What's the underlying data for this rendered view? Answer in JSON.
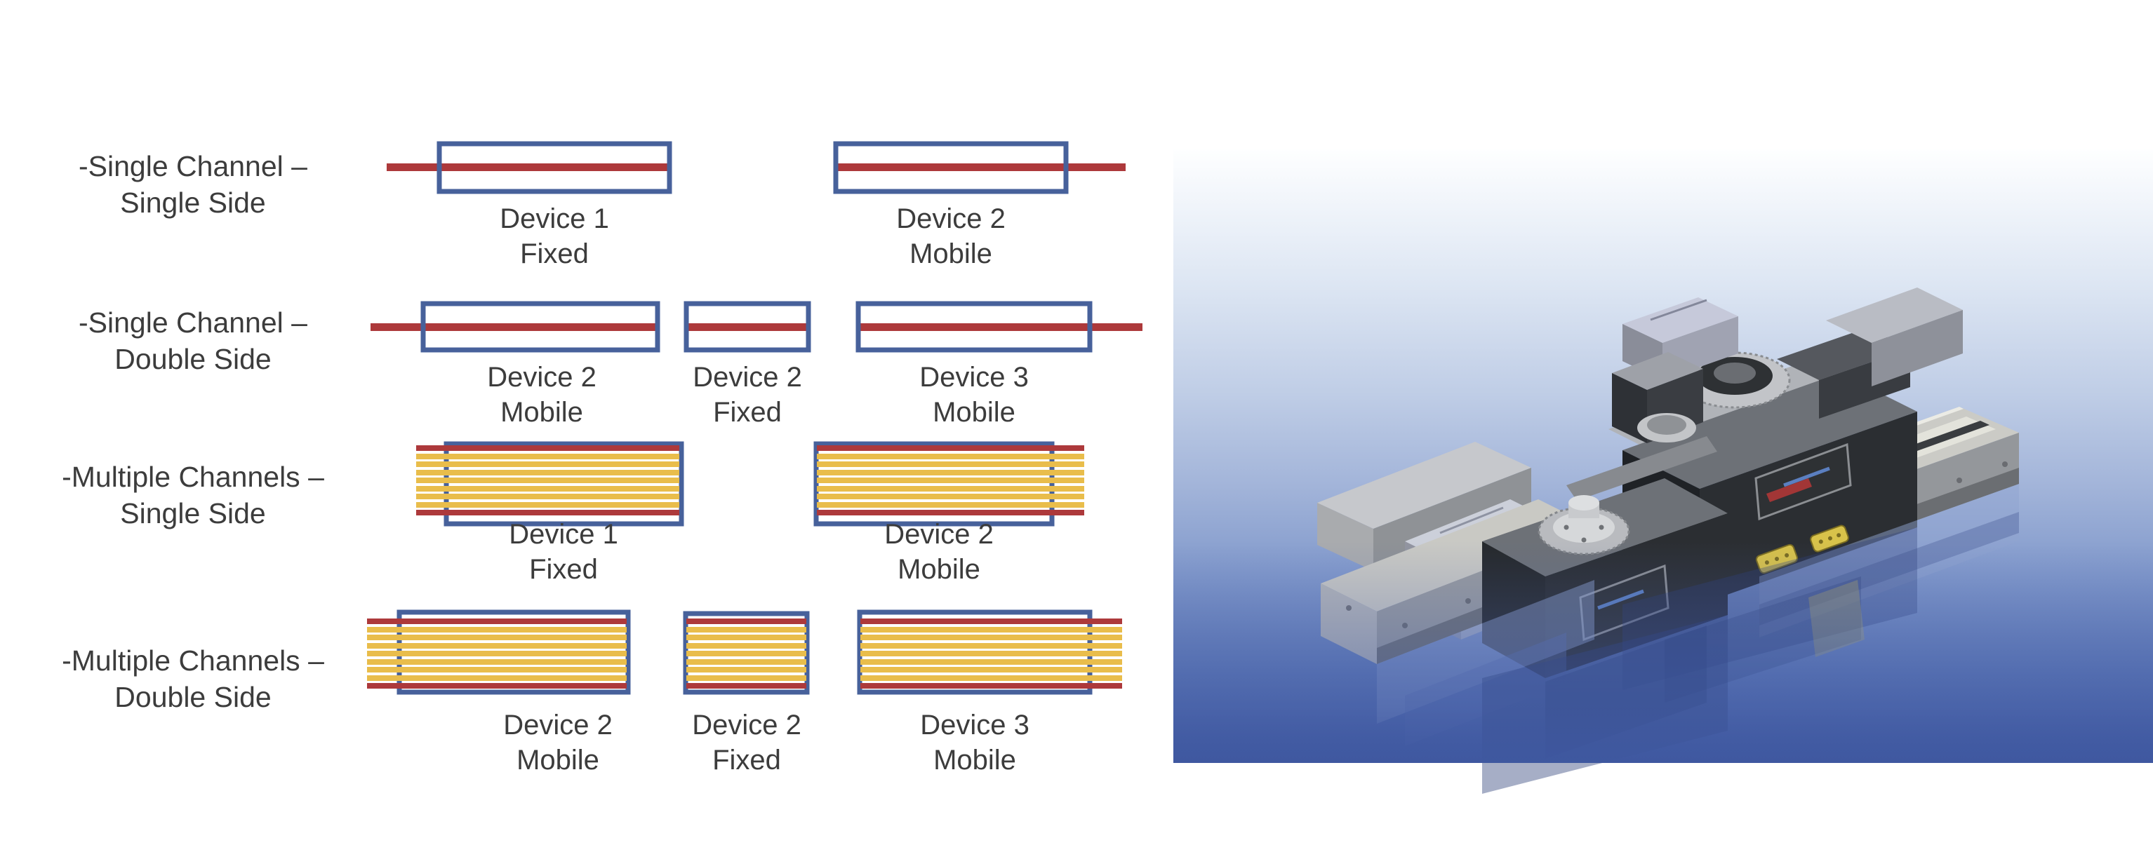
{
  "diagram": {
    "rows": [
      {
        "caption": [
          "-Single Channel –",
          "Single Side"
        ],
        "devices": [
          {
            "label": [
              "Device 1",
              "Fixed"
            ]
          },
          {
            "label": [
              "Device 2",
              "Mobile"
            ]
          }
        ]
      },
      {
        "caption": [
          "-Single Channel –",
          "Double Side"
        ],
        "devices": [
          {
            "label": [
              "Device 2",
              "Mobile"
            ]
          },
          {
            "label": [
              "Device 2",
              "Fixed"
            ]
          },
          {
            "label": [
              "Device 3",
              "Mobile"
            ]
          }
        ]
      },
      {
        "caption": [
          "-Multiple Channels –",
          "Single Side"
        ],
        "devices": [
          {
            "label": [
              "Device 1",
              "Fixed"
            ]
          },
          {
            "label": [
              "Device 2",
              "Mobile"
            ]
          }
        ]
      },
      {
        "caption": [
          "-Multiple Channels –",
          "Double Side"
        ],
        "devices": [
          {
            "label": [
              "Device 2",
              "Mobile"
            ]
          },
          {
            "label": [
              "Device 2",
              "Fixed"
            ]
          },
          {
            "label": [
              "Device 3",
              "Mobile"
            ]
          }
        ]
      }
    ],
    "colors": {
      "box_border": "#47619b",
      "channel_red": "#ad393b",
      "channel_yellow": "#e9bd4b",
      "label_text": "#3c3c3c"
    }
  },
  "render": {
    "background_top": "#feffff",
    "background_bottom": "#4059a2",
    "machine_dark": "#2b2e32",
    "machine_silver": "#c9cbd3",
    "connector_yellow": "#d8c24a"
  }
}
